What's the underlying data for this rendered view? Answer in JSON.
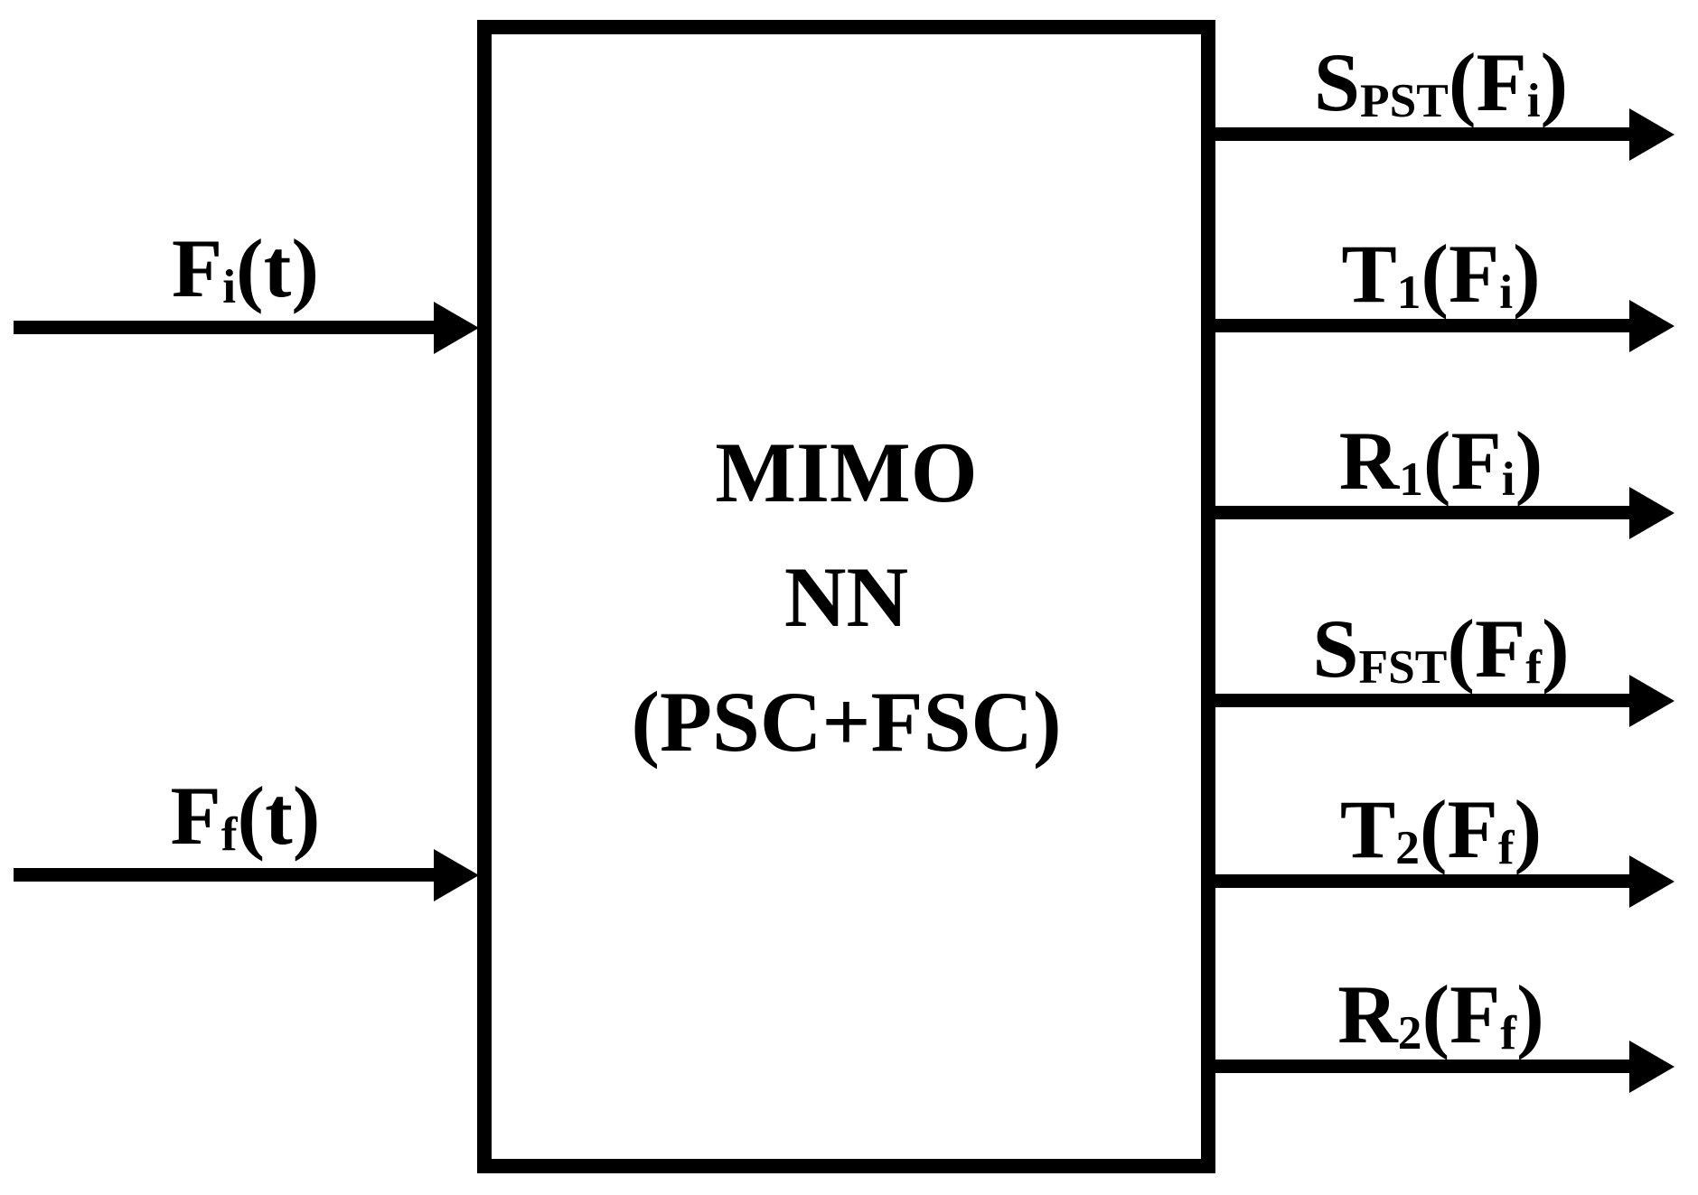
{
  "diagram_title": "MIMO NN block diagram",
  "colors": {
    "ink": "#000000",
    "background": "#ffffff"
  },
  "block": {
    "lines": [
      "MIMO",
      "NN",
      "(PSC+FSC)"
    ]
  },
  "inputs": [
    {
      "base": "F",
      "sub": "i",
      "rest": "(t)"
    },
    {
      "base": "F",
      "sub": "f",
      "rest": "(t)"
    }
  ],
  "outputs": [
    {
      "base": "S",
      "sub": "PST",
      "arg": "(F",
      "arg_sub": "i",
      "close": ")"
    },
    {
      "base": "T",
      "sub": "1",
      "arg": "(F",
      "arg_sub": "i",
      "close": ")"
    },
    {
      "base": "R",
      "sub": "1",
      "arg": "(F",
      "arg_sub": "i",
      "close": ")"
    },
    {
      "base": "S",
      "sub": "FST",
      "arg": "(F",
      "arg_sub": "f",
      "close": ")"
    },
    {
      "base": "T",
      "sub": "2",
      "arg": "(F",
      "arg_sub": "f",
      "close": ")"
    },
    {
      "base": "R",
      "sub": "2",
      "arg": "(F",
      "arg_sub": "f",
      "close": ")"
    }
  ]
}
